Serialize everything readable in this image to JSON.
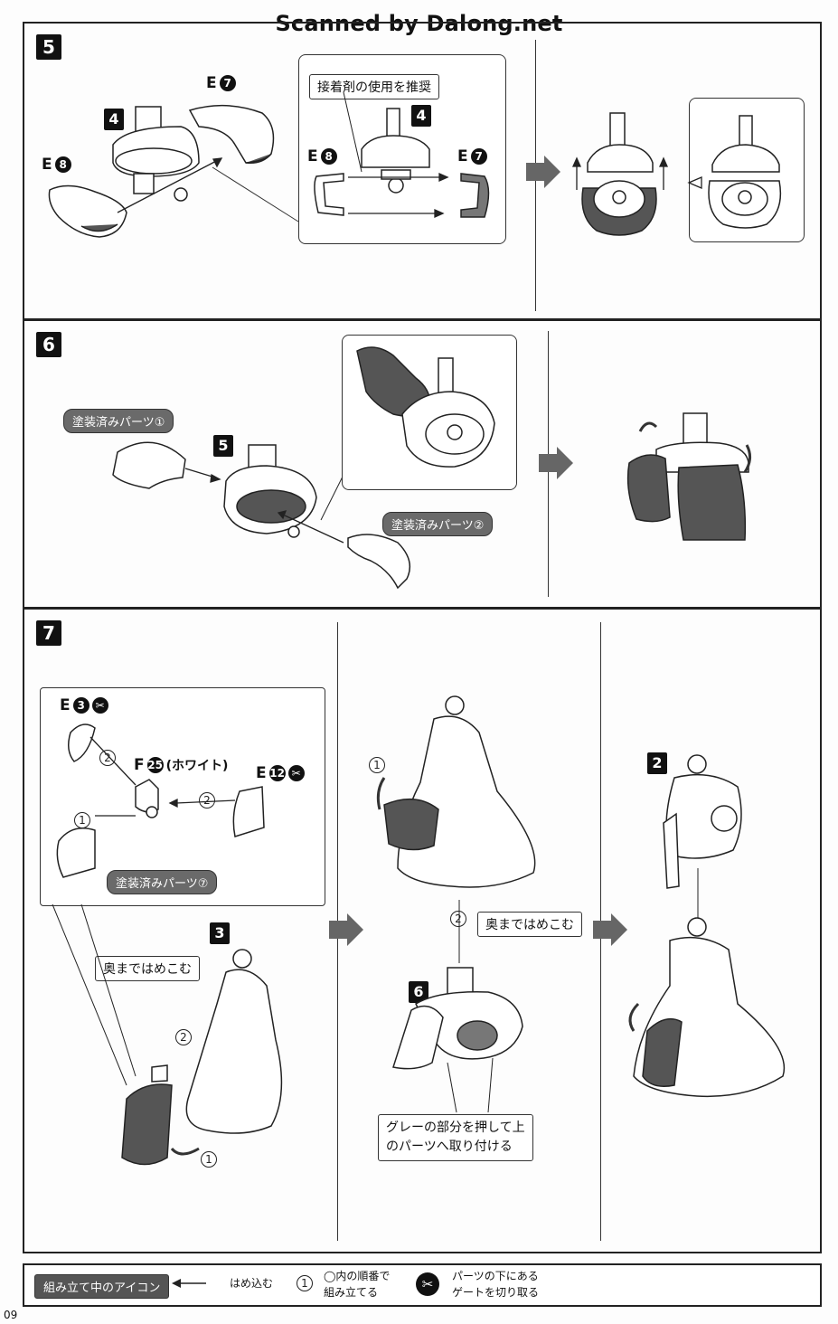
{
  "header": {
    "scan_credit": "Scanned by Dalong.net"
  },
  "steps": {
    "step5": {
      "number": "5",
      "labels": {
        "e7_top": "E",
        "e7_top_num": "7",
        "e8_left": "E",
        "e8_left_num": "8",
        "part4": "4"
      },
      "zoom": {
        "note": "接着剤の使用を推奨",
        "part4": "4",
        "e8": "E",
        "e8_num": "8",
        "e7": "E",
        "e7_num": "7"
      }
    },
    "step6": {
      "number": "6",
      "painted1": "塗装済みパーツ①",
      "painted2": "塗装済みパーツ②",
      "part5": "5"
    },
    "step7": {
      "number": "7",
      "sub": {
        "e3": "E",
        "e3_num": "3",
        "f25": "F",
        "f25_num": "25",
        "f25_note": "(ホワイト)",
        "e12": "E",
        "e12_num": "12",
        "order1": "1",
        "order2a": "2",
        "order2b": "2",
        "painted7": "塗装済みパーツ⑦"
      },
      "part3": "3",
      "press_all_way_left": "奥まではめこむ",
      "order_left_2": "2",
      "order_left_1": "1",
      "order_mid_1": "1",
      "order_mid_2": "2",
      "press_all_way_mid": "奥まではめこむ",
      "part6": "6",
      "grey_note_line1": "グレーの部分を押して上",
      "grey_note_line2": "のパーツへ取り付ける",
      "part2": "2"
    }
  },
  "legend": {
    "title": "組み立て中のアイコン",
    "arrow_text": "はめ込む",
    "order_icon": "1",
    "order_text_line1": "◯内の順番で",
    "order_text_line2": "組み立てる",
    "gate_text_line1": "パーツの下にある",
    "gate_text_line2": "ゲートを切り取る"
  },
  "page_number": "09"
}
